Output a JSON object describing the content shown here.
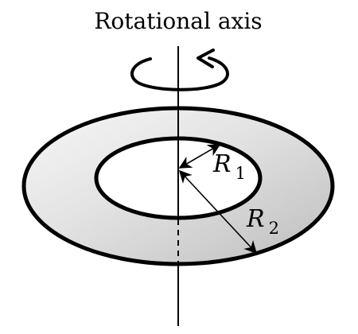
{
  "title": "Rotational axis",
  "labels": {
    "inner_radius": {
      "symbol": "R",
      "subscript": "1"
    },
    "outer_radius": {
      "symbol": "R",
      "subscript": "2"
    }
  },
  "colors": {
    "stroke": "#000000",
    "ring_light": "#f7f7f7",
    "ring_dark": "#bdbdbd",
    "hole": "#ffffff"
  },
  "icons": {
    "rotation": "rotation-arrow-icon"
  }
}
